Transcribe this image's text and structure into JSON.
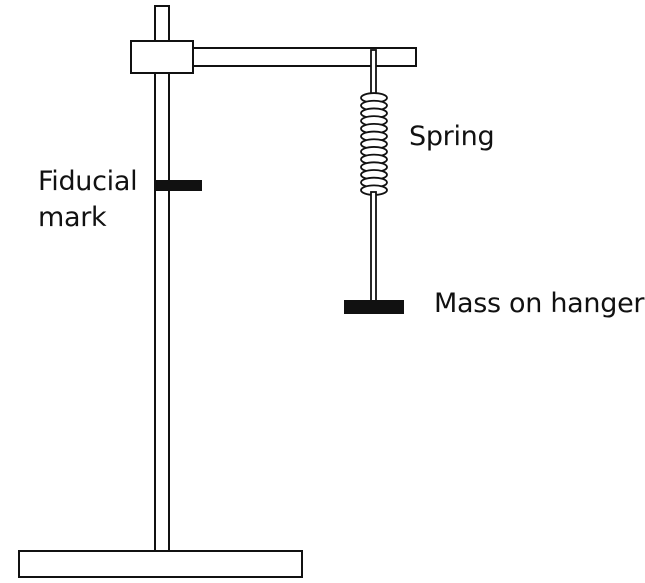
{
  "labels": {
    "fiducial_line1": "Fiducial",
    "fiducial_line2": "mark",
    "spring": "Spring",
    "mass": "Mass on hanger"
  },
  "colors": {
    "stroke": "#111111",
    "fill": "#ffffff",
    "solid": "#111111"
  }
}
